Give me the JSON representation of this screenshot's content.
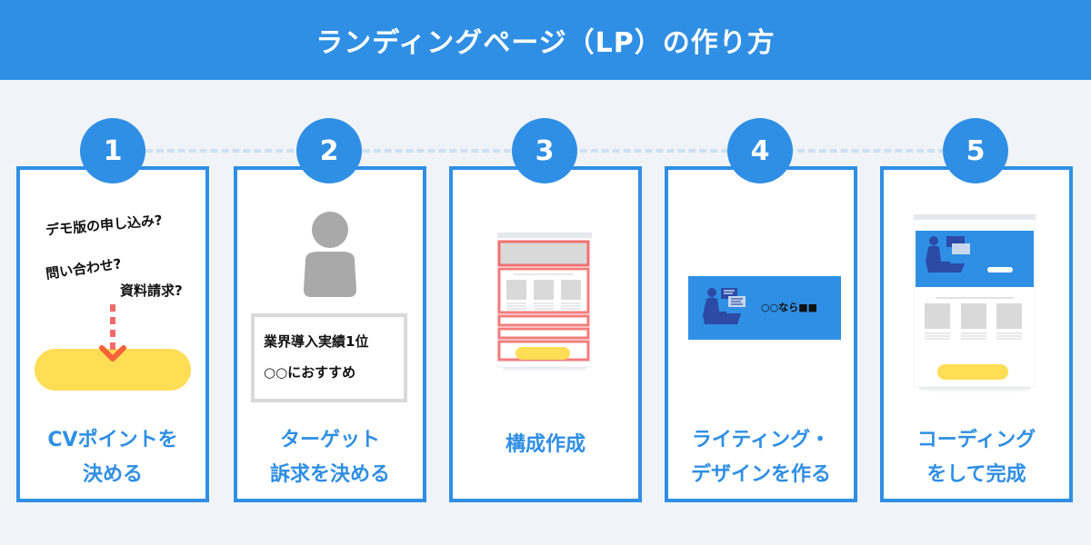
{
  "header": {
    "title": "ランディングページ（LP）の作り方"
  },
  "colors": {
    "accent": "#2f8fe4",
    "cta_yellow": "#ffdd55",
    "wireframe_red": "#f47c7c",
    "placeholder_gray": "#d9d9d9",
    "figure_navy": "#2c4aa6"
  },
  "steps": [
    {
      "number": "1",
      "label_line1": "CVポイントを",
      "label_line2": "決める",
      "illustration": {
        "questions": [
          "デモ版の申し込み?",
          "問い合わせ?",
          "資料請求?"
        ],
        "icons": [
          "dashed-arrow-down-icon",
          "cta-button-shape"
        ]
      }
    },
    {
      "number": "2",
      "label_line1": "ターゲット",
      "label_line2": "訴求を決める",
      "illustration": {
        "icons": [
          "person-icon"
        ],
        "appeal_lines": [
          "業界導入実績1位",
          "○○におすすめ"
        ]
      }
    },
    {
      "number": "3",
      "label_line1": "構成作成",
      "label_line2": "",
      "illustration": {
        "icons": [
          "wireframe-lp-icon"
        ]
      }
    },
    {
      "number": "4",
      "label_line1": "ライティング・",
      "label_line2": "デザインを作る",
      "illustration": {
        "icons": [
          "person-at-laptop-icon",
          "chat-bubbles-icon"
        ],
        "banner_text": "○○なら■■"
      }
    },
    {
      "number": "5",
      "label_line1": "コーディング",
      "label_line2": "をして完成",
      "illustration": {
        "icons": [
          "completed-lp-mockup-icon"
        ]
      }
    }
  ]
}
